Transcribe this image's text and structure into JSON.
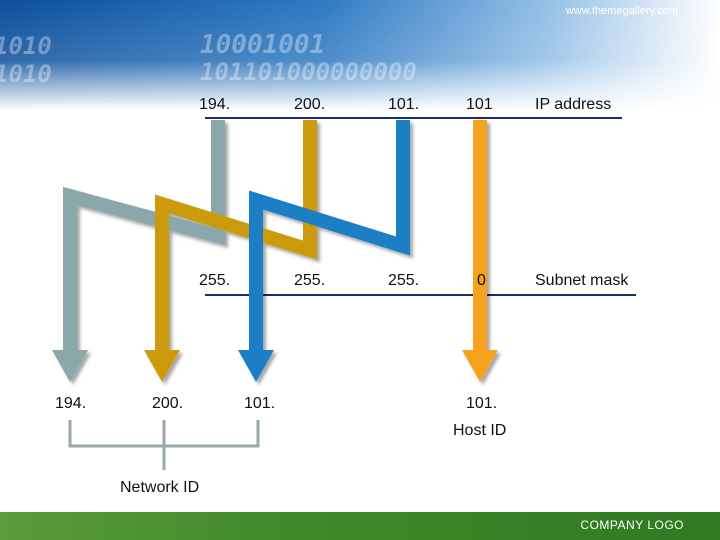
{
  "header": {
    "url": "www.themegallery.com"
  },
  "ip_row": {
    "octets": [
      "194.",
      "200.",
      "101.",
      "101"
    ],
    "label": "IP address"
  },
  "mask_row": {
    "octets": [
      "255.",
      "255.",
      "255.",
      "0"
    ],
    "label": "Subnet mask"
  },
  "result_row": {
    "octets": [
      "194.",
      "200.",
      "101.",
      "101."
    ]
  },
  "network_label": "Network ID",
  "host_label": "Host ID",
  "footer": {
    "logo": "COMPANY LOGO"
  },
  "colors": {
    "octet1": "#8aa7aa",
    "octet2": "#cc9b0f",
    "octet3": "#1f7fc6",
    "octet4": "#f7a21b",
    "rule": "#1a2d6e"
  }
}
